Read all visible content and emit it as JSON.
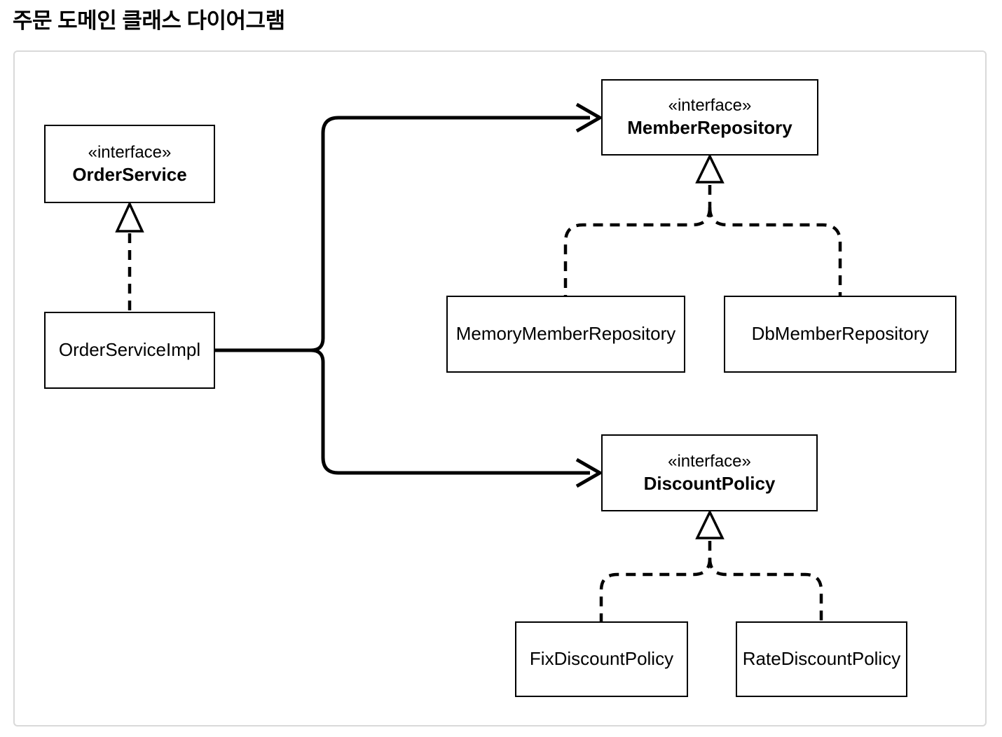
{
  "title": "주문 도메인 클래스 다이어그램",
  "colors": {
    "background": "#ffffff",
    "line": "#000000",
    "box_border": "#000000",
    "box_fill": "#ffffff",
    "frame_border": "#d9d9d9",
    "text": "#000000"
  },
  "boxes": {
    "order_service": {
      "stereotype": "«interface»",
      "name": "OrderService"
    },
    "order_service_impl": {
      "name": "OrderServiceImpl"
    },
    "member_repository": {
      "stereotype": "«interface»",
      "name": "MemberRepository"
    },
    "memory_member_repository": {
      "name": "MemoryMemberRepository"
    },
    "db_member_repository": {
      "name": "DbMemberRepository"
    },
    "discount_policy": {
      "stereotype": "«interface»",
      "name": "DiscountPolicy"
    },
    "fix_discount_policy": {
      "name": "FixDiscountPolicy"
    },
    "rate_discount_policy": {
      "name": "RateDiscountPolicy"
    }
  },
  "relationships": [
    {
      "from": "OrderServiceImpl",
      "to": "OrderService",
      "type": "realization",
      "line": "dashed",
      "arrowhead": "hollow-triangle"
    },
    {
      "from": "OrderServiceImpl",
      "to": "MemberRepository",
      "type": "dependency",
      "line": "solid",
      "arrowhead": "open"
    },
    {
      "from": "OrderServiceImpl",
      "to": "DiscountPolicy",
      "type": "dependency",
      "line": "solid",
      "arrowhead": "open"
    },
    {
      "from": "MemoryMemberRepository",
      "to": "MemberRepository",
      "type": "realization",
      "line": "dashed",
      "arrowhead": "hollow-triangle"
    },
    {
      "from": "DbMemberRepository",
      "to": "MemberRepository",
      "type": "realization",
      "line": "dashed",
      "arrowhead": "hollow-triangle"
    },
    {
      "from": "FixDiscountPolicy",
      "to": "DiscountPolicy",
      "type": "realization",
      "line": "dashed",
      "arrowhead": "hollow-triangle"
    },
    {
      "from": "RateDiscountPolicy",
      "to": "DiscountPolicy",
      "type": "realization",
      "line": "dashed",
      "arrowhead": "hollow-triangle"
    }
  ]
}
